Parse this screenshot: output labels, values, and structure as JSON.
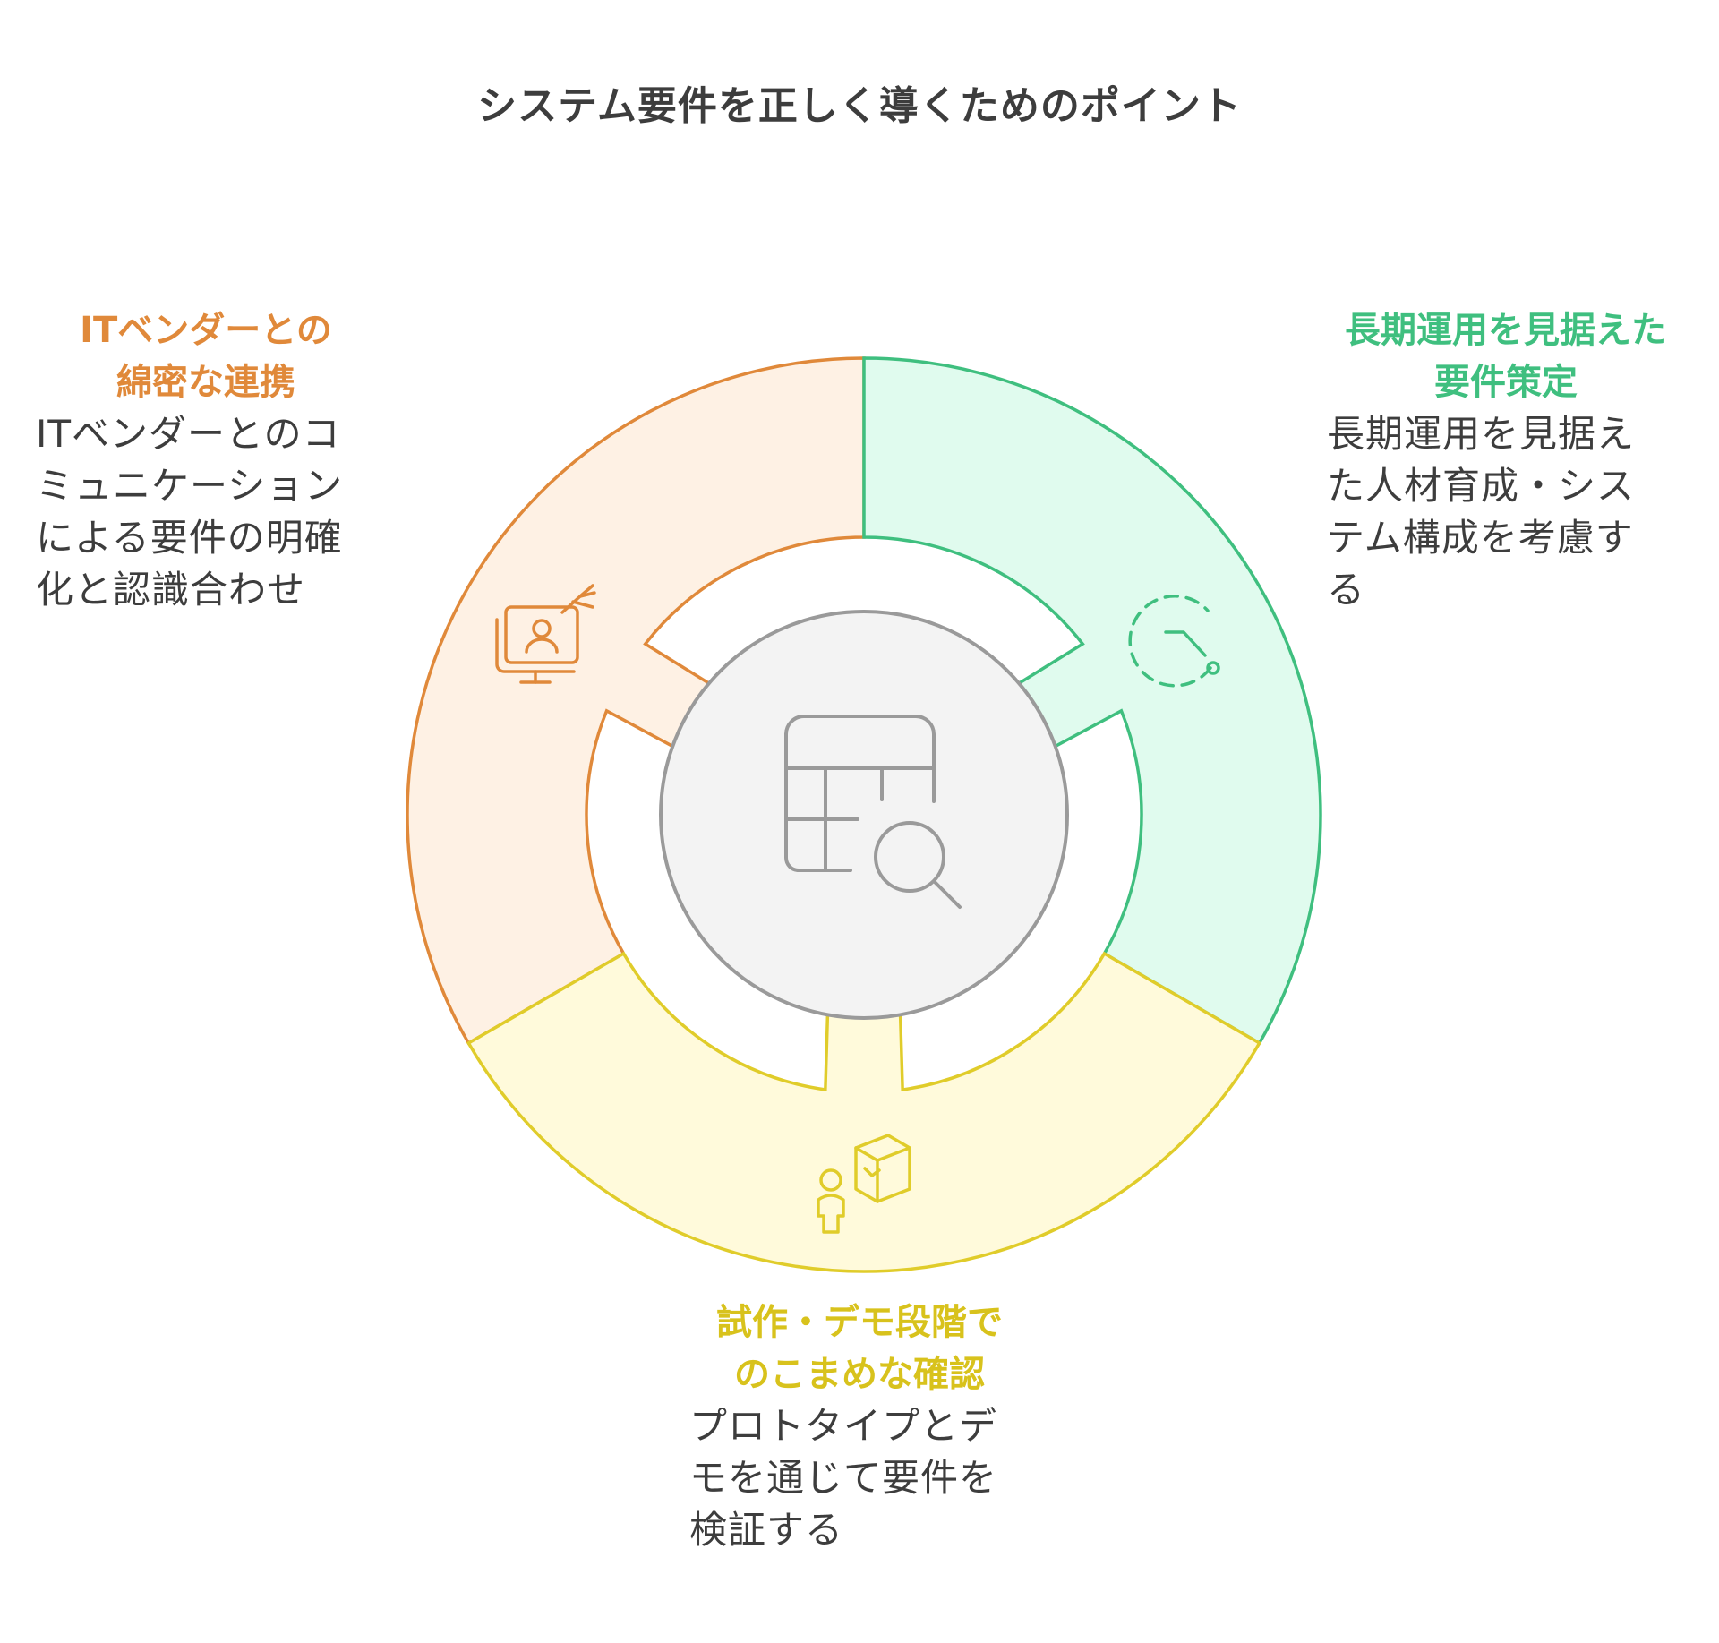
{
  "title": "システム要件を正しく導くためのポイント",
  "colors": {
    "orange_stroke": "#e0893a",
    "orange_fill": "#fef1e4",
    "green_stroke": "#3fbf7f",
    "green_fill": "#e0fbee",
    "yellow_stroke": "#e0cc2a",
    "yellow_fill": "#fffadb",
    "center_stroke": "#9a9a9a",
    "center_fill": "#f3f3f3"
  },
  "segments": {
    "orange": {
      "heading_line1": "ITベンダーとの",
      "heading_line2": "綿密な連携",
      "description": "ITベンダーとのコ\nミュニケーション\nによる要件の明確\n化と認識合わせ",
      "icon": "monitor-presentation-icon"
    },
    "green": {
      "heading_line1": "長期運用を見据えた",
      "heading_line2": "要件策定",
      "description": "長期運用を見据え\nた人材育成・シス\nテム構成を考慮す\nる",
      "icon": "clock-timeline-icon"
    },
    "yellow": {
      "heading_line1": "試作・デモ段階で",
      "heading_line2": "のこまめな確認",
      "description": "プロトタイプとデ\nモを通じて要件を\n検証する",
      "icon": "person-with-box-icon"
    }
  },
  "center": {
    "icon": "table-search-icon"
  }
}
